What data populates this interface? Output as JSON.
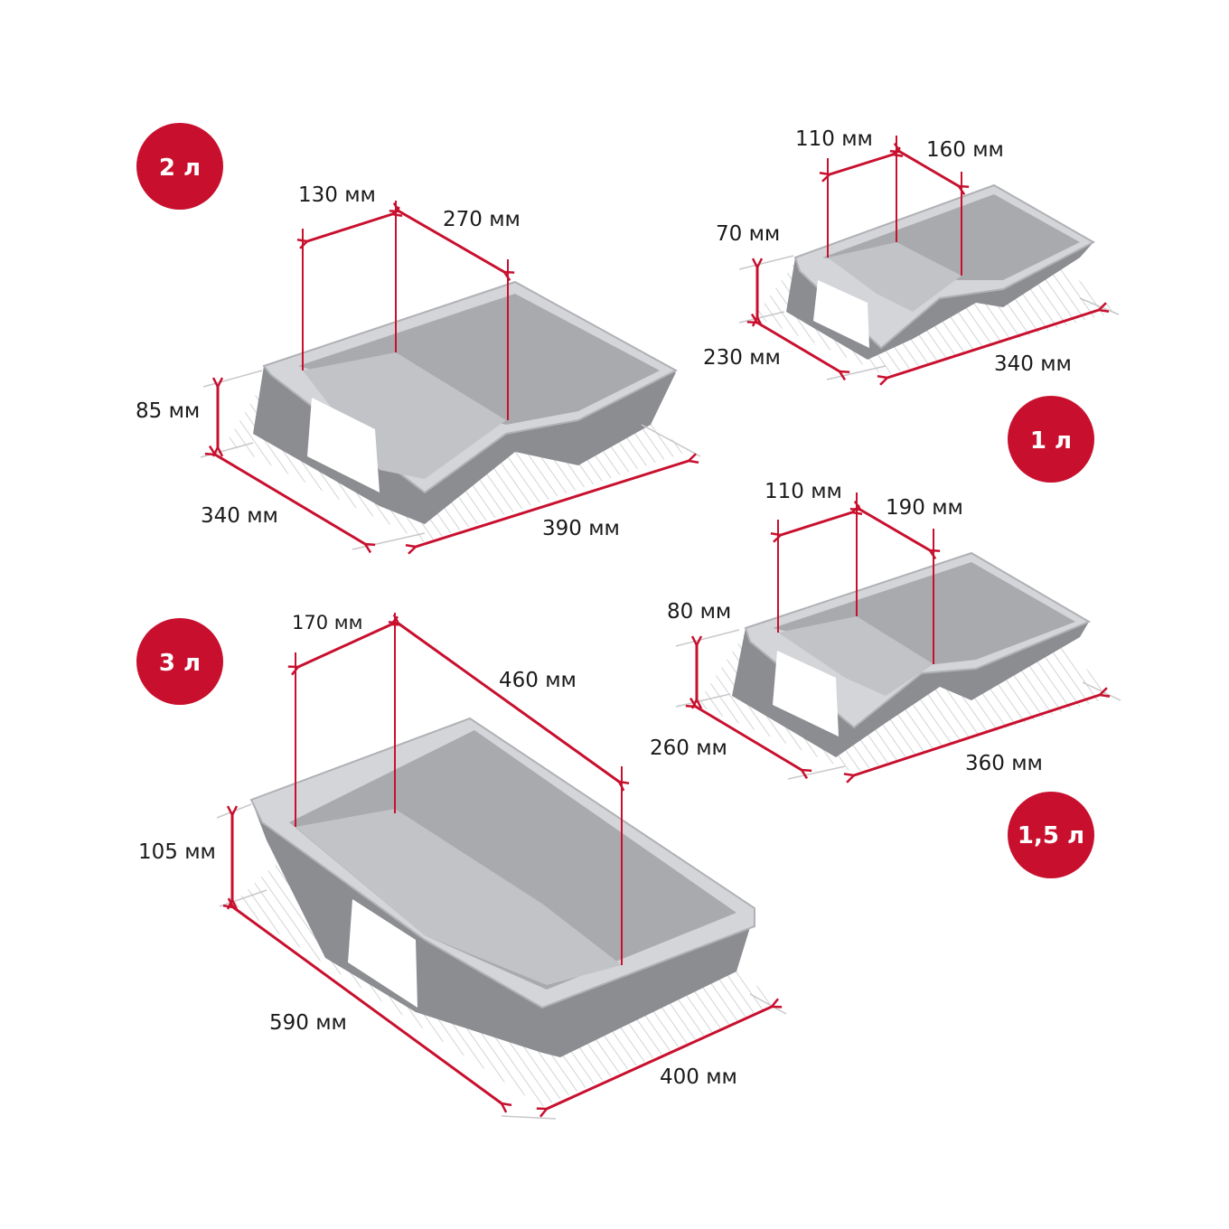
{
  "colors": {
    "accent": "#c8102e",
    "tray": "#a9aaae"
  },
  "trays": [
    {
      "id": "2l",
      "badge": "2 л",
      "dims": {
        "reservoir_width": "130 мм",
        "basin_length": "270 мм",
        "height": "85 мм",
        "width": "340 мм",
        "length": "390 мм"
      }
    },
    {
      "id": "1l",
      "badge": "1 л",
      "dims": {
        "reservoir_width": "110 мм",
        "basin_length": "160 мм",
        "height": "70 мм",
        "width": "230 мм",
        "length": "340 мм"
      }
    },
    {
      "id": "15l",
      "badge": "1,5 л",
      "dims": {
        "reservoir_width": "110 мм",
        "basin_length": "190 мм",
        "height": "80 мм",
        "width": "260 мм",
        "length": "360 мм"
      }
    },
    {
      "id": "3l",
      "badge": "3 л",
      "dims": {
        "reservoir_width": "170 мм",
        "basin_length": "460 мм",
        "height": "105 мм",
        "width": "590 мм",
        "length": "400 мм"
      }
    }
  ]
}
